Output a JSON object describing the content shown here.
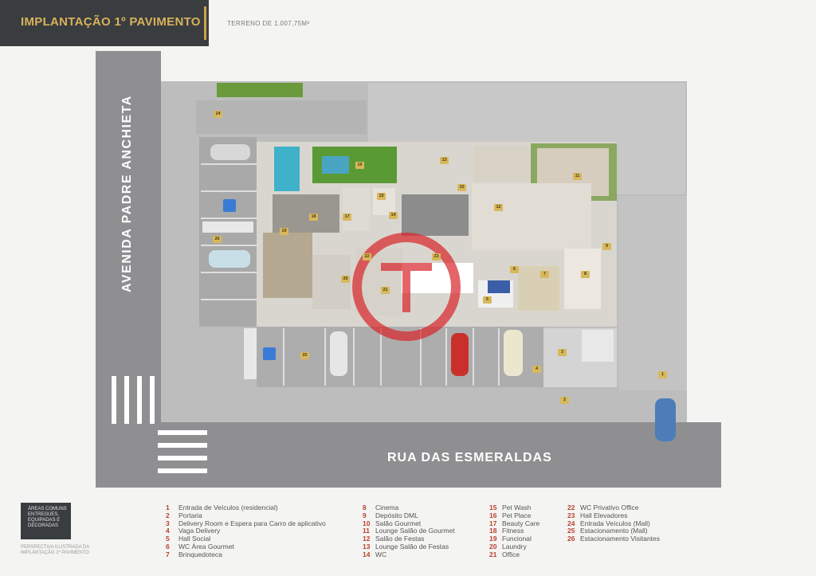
{
  "header": {
    "title": "IMPLANTAÇÃO 1º PAVIMENTO",
    "subtitle": "TERRENO DE 1.007,75M²"
  },
  "streets": {
    "vertical": "AVENIDA PADRE ANCHIETA",
    "horizontal": "RUA DAS ESMERALDAS"
  },
  "badge": {
    "text": "ÁREAS COMUNS ENTREGUES, EQUIPADAS E DECORADAS"
  },
  "perspective_note": "PERSPECTIVA ILUSTRADA DA IMPLANTAÇÃO 1º PAVIMENTO",
  "legend": [
    {
      "num": "1",
      "label": "Entrada de Veículos (residencial)"
    },
    {
      "num": "2",
      "label": "Portaria"
    },
    {
      "num": "3",
      "label": "Delivery Room e Espera para Carro de aplicativo"
    },
    {
      "num": "4",
      "label": "Vaga Delivery"
    },
    {
      "num": "5",
      "label": "Hall Social"
    },
    {
      "num": "6",
      "label": "WC Área Gourmet"
    },
    {
      "num": "7",
      "label": "Brinquedoteca"
    },
    {
      "num": "8",
      "label": "Cinema"
    },
    {
      "num": "9",
      "label": "Depósito DML"
    },
    {
      "num": "10",
      "label": "Salão Gourmet"
    },
    {
      "num": "11",
      "label": "Lounge Salão de Gourmet"
    },
    {
      "num": "12",
      "label": "Salão de Festas"
    },
    {
      "num": "13",
      "label": "Lounge Salão de Festas"
    },
    {
      "num": "14",
      "label": "WC"
    },
    {
      "num": "15",
      "label": "Pet Wash"
    },
    {
      "num": "16",
      "label": "Pet Place"
    },
    {
      "num": "17",
      "label": "Beauty Care"
    },
    {
      "num": "18",
      "label": "Fitness"
    },
    {
      "num": "19",
      "label": "Funcional"
    },
    {
      "num": "20",
      "label": "Laundry"
    },
    {
      "num": "21",
      "label": "Office"
    },
    {
      "num": "22",
      "label": "WC Privativo Office"
    },
    {
      "num": "23",
      "label": "Hall Elevadores"
    },
    {
      "num": "24",
      "label": "Entrada Veículos (Mall)"
    },
    {
      "num": "25",
      "label": "Estacionamento (Mall)"
    },
    {
      "num": "26",
      "label": "Estacionamento Visitantes"
    }
  ],
  "plan_tags": [
    "24",
    "26",
    "25",
    "19",
    "18",
    "16",
    "17",
    "13",
    "10",
    "11",
    "7",
    "8",
    "9",
    "6",
    "5",
    "4",
    "3",
    "2",
    "1",
    "15",
    "14",
    "12",
    "22",
    "21",
    "20",
    "23"
  ],
  "colors": {
    "title_bg": "#3a3d40",
    "title_text": "#d7b25a",
    "legend_number": "#b9412f",
    "street": "#8f8f91",
    "tag": "#d8b85c"
  }
}
